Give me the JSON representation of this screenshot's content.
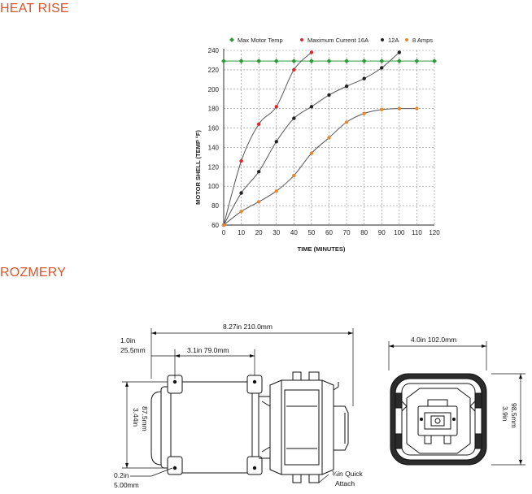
{
  "sections": {
    "heat_rise": "HEAT RISE",
    "dimensions": "ROZMERY"
  },
  "chart_data": {
    "type": "line",
    "xlabel": "TIME (MINUTES)",
    "ylabel": "MOTOR SHELL (TEMP °F)",
    "xlim": [
      0,
      120
    ],
    "ylim": [
      60,
      240
    ],
    "x_ticks": [
      0,
      10,
      20,
      30,
      40,
      50,
      60,
      70,
      80,
      90,
      100,
      110,
      120
    ],
    "y_ticks": [
      60,
      80,
      100,
      120,
      140,
      160,
      180,
      200,
      220,
      240
    ],
    "grid": true,
    "legend_position": "top",
    "series": [
      {
        "name": "Max Motor Temp",
        "color": "#2e9b3a",
        "marker": "diamond",
        "points": [
          [
            0,
            229
          ],
          [
            10,
            229
          ],
          [
            20,
            229
          ],
          [
            30,
            229
          ],
          [
            40,
            229
          ],
          [
            50,
            229
          ],
          [
            60,
            229
          ],
          [
            70,
            229
          ],
          [
            80,
            229
          ],
          [
            90,
            229
          ],
          [
            100,
            229
          ],
          [
            110,
            229
          ],
          [
            120,
            229
          ]
        ]
      },
      {
        "name": "Maximum Current 16A",
        "color": "#e0262b",
        "marker": "circle",
        "points": [
          [
            0,
            60
          ],
          [
            10,
            126
          ],
          [
            20,
            164
          ],
          [
            30,
            182
          ],
          [
            40,
            220
          ],
          [
            50,
            238
          ]
        ]
      },
      {
        "name": "12A",
        "color": "#222222",
        "marker": "circle",
        "points": [
          [
            0,
            60
          ],
          [
            10,
            93
          ],
          [
            20,
            115
          ],
          [
            30,
            146
          ],
          [
            40,
            170
          ],
          [
            50,
            182
          ],
          [
            60,
            194
          ],
          [
            70,
            203
          ],
          [
            80,
            211
          ],
          [
            90,
            222
          ],
          [
            100,
            238
          ]
        ]
      },
      {
        "name": "8 Amps",
        "color": "#e8892d",
        "marker": "circle",
        "points": [
          [
            0,
            60
          ],
          [
            10,
            74
          ],
          [
            20,
            84
          ],
          [
            30,
            95
          ],
          [
            40,
            111
          ],
          [
            50,
            134
          ],
          [
            60,
            150
          ],
          [
            70,
            166
          ],
          [
            80,
            175
          ],
          [
            90,
            179
          ],
          [
            100,
            180
          ],
          [
            110,
            180
          ]
        ]
      }
    ]
  },
  "dimensions": {
    "overall_length": "8.27in  210.0mm",
    "offset_in": "1.0in",
    "offset_mm": "25.5mm",
    "mount_spacing": "3.1in  79.0mm",
    "height_in": "3.44in",
    "height_mm": "87.5mm",
    "hole_in": "0.2in",
    "hole_mm": "5.00mm",
    "quick_attach_1": "¾in Quick",
    "quick_attach_2": "Attach",
    "width": "4.0in  102.0mm",
    "end_height_in": "3.9in",
    "end_height_mm": "98.5mm"
  }
}
